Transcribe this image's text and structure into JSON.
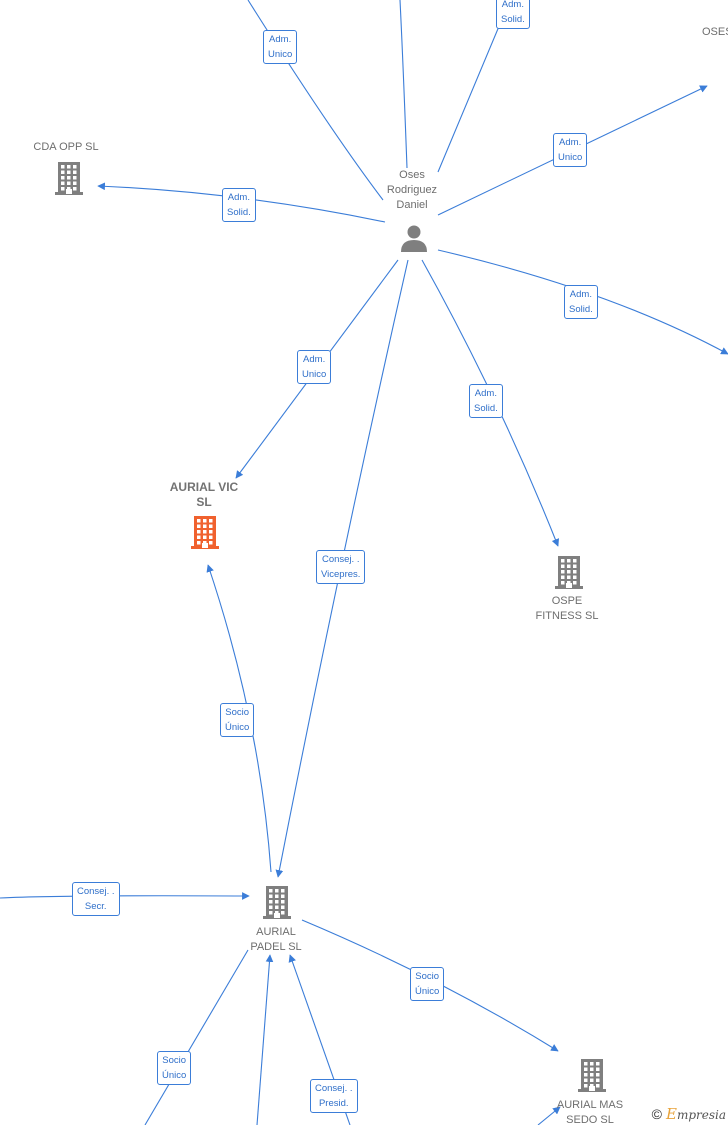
{
  "nodes": {
    "oses": {
      "label_lines": [
        "Oses",
        "Rodriguez",
        "Daniel"
      ],
      "icon": "person-icon"
    },
    "cda": {
      "label_lines": [
        "CDA OPP  SL"
      ],
      "icon": "building-icon"
    },
    "aurial_vic": {
      "label_lines": [
        "AURIAL VIC",
        "SL"
      ],
      "icon": "building-icon"
    },
    "ospe": {
      "label_lines": [
        "OSPE",
        "FITNESS  SL"
      ],
      "icon": "building-icon"
    },
    "aurial_padel": {
      "label_lines": [
        "AURIAL",
        "PADEL  SL"
      ],
      "icon": "building-icon"
    },
    "aurial_mas": {
      "label_lines": [
        "AURIAL MAS",
        "SEDO  SL"
      ],
      "icon": "building-icon"
    },
    "oses_cut": {
      "label_lines": [
        "OSES"
      ]
    }
  },
  "edge_labels": [
    [
      "Adm.",
      "Unico"
    ],
    [
      "Adm.",
      "Solid."
    ],
    [
      "Adm.",
      "Unico"
    ],
    [
      "Adm.",
      "Solid."
    ],
    [
      "Adm.",
      "Solid."
    ],
    [
      "Adm.",
      "Unico"
    ],
    [
      "Adm.",
      "Solid."
    ],
    [
      "Consej. .",
      "Vicepres."
    ],
    [
      "Socio",
      "Único"
    ],
    [
      "Consej. .",
      "Secr."
    ],
    [
      "Socio",
      "Único"
    ],
    [
      "Socio",
      "Único"
    ],
    [
      "Consej. .",
      "Presid."
    ]
  ],
  "colors": {
    "edge": "#3b7dd8",
    "node": "#7f7f7f",
    "highlight": "#f0612e"
  },
  "footer": {
    "copyright": "©",
    "brand": "mpresia",
    "brand_initial": "E"
  }
}
